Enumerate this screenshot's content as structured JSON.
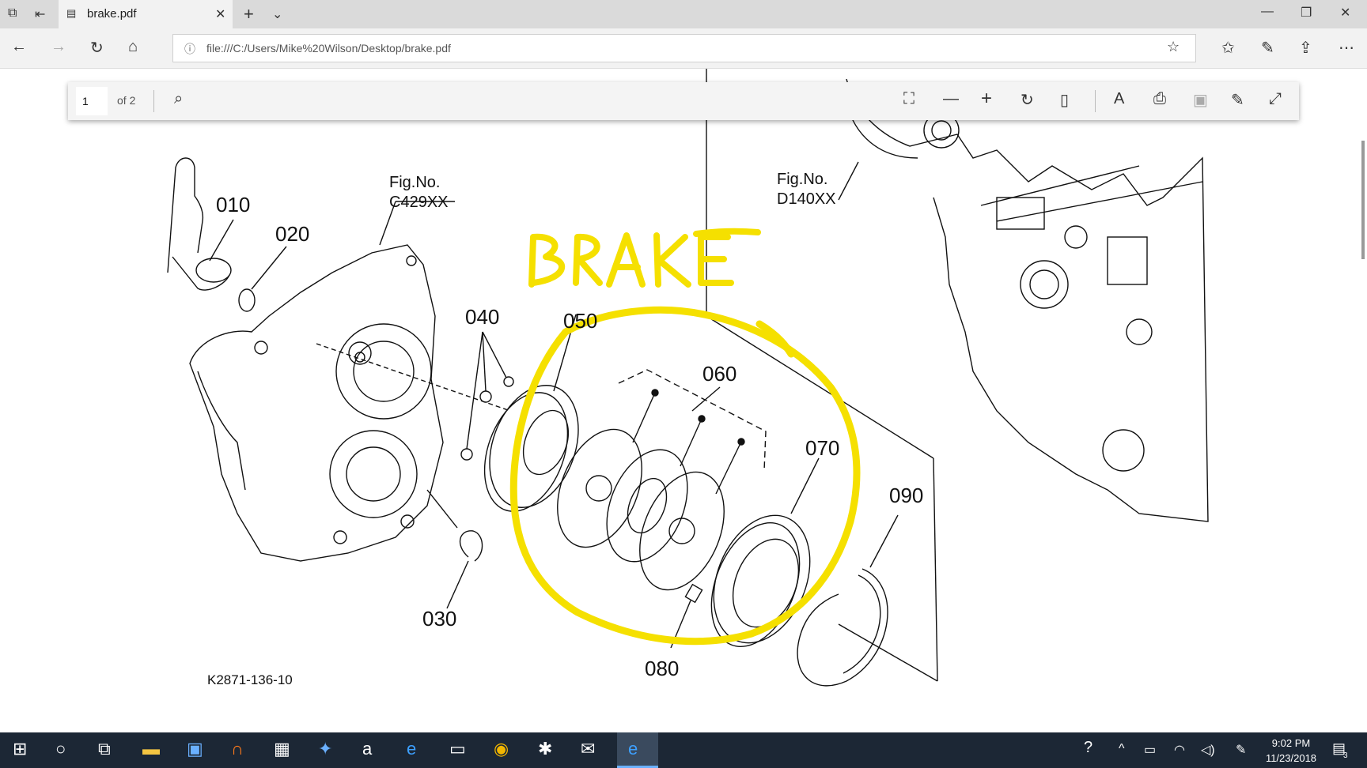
{
  "browser": {
    "tab_title": "brake.pdf",
    "url": "file:///C:/Users/Mike%20Wilson/Desktop/brake.pdf"
  },
  "pdf_toolbar": {
    "page_number": "1",
    "page_of": "of 2"
  },
  "diagram": {
    "annotation": "BRAKE",
    "fig_left_line1": "Fig.No.",
    "fig_left_line2": "C429XX",
    "fig_right_line1": "Fig.No.",
    "fig_right_line2": "D140XX",
    "parts": [
      "010",
      "020",
      "030",
      "040",
      "050",
      "060",
      "070",
      "080",
      "090"
    ],
    "drawing_code": "K2871-136-10",
    "highlight_color": "#f5e000"
  },
  "taskbar": {
    "time": "9:02 PM",
    "date": "11/23/2018",
    "notification_count": "3"
  }
}
